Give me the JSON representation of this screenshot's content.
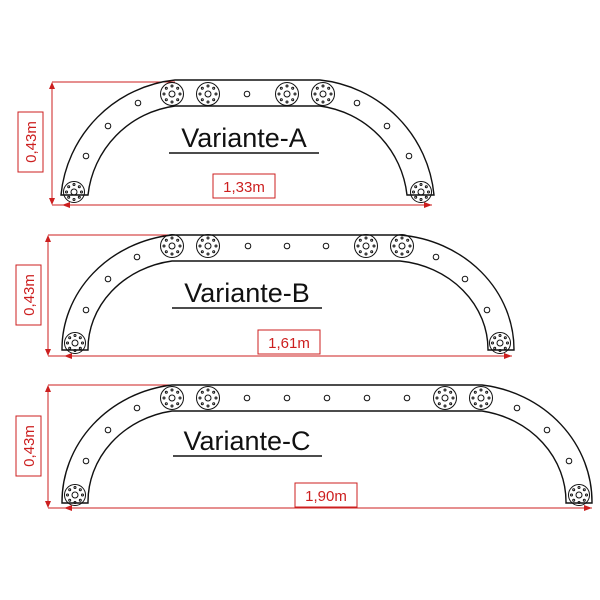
{
  "colors": {
    "dimension": "#cc1f1f",
    "outline": "#111111",
    "background": "#ffffff"
  },
  "variants": [
    {
      "title": "Variante-A",
      "width_label": "1,33m",
      "height_label": "0,43m"
    },
    {
      "title": "Variante-B",
      "width_label": "1,61m",
      "height_label": "0,43m"
    },
    {
      "title": "Variante-C",
      "width_label": "1,90m",
      "height_label": "0,43m"
    }
  ]
}
